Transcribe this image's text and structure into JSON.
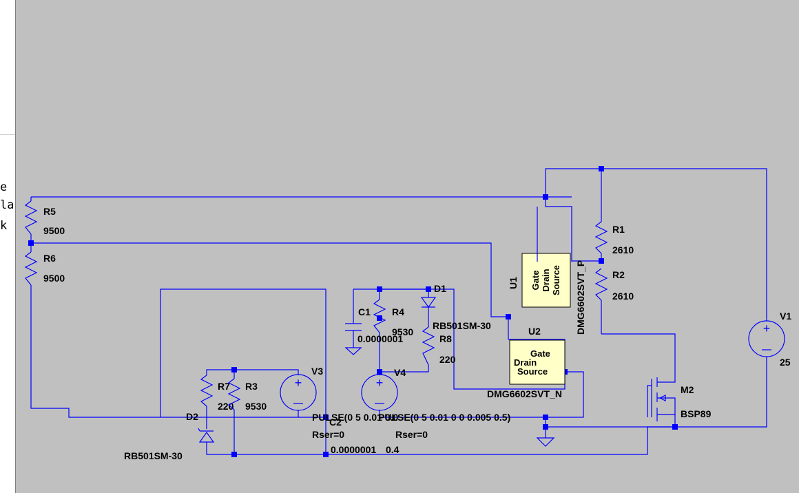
{
  "left_panel": {
    "lines": [
      "e",
      "la",
      "k"
    ]
  },
  "components": {
    "R5": {
      "name": "R5",
      "value": "9500"
    },
    "R6": {
      "name": "R6",
      "value": "9500"
    },
    "R1": {
      "name": "R1",
      "value": "2610"
    },
    "R2": {
      "name": "R2",
      "value": "2610"
    },
    "R3": {
      "name": "R3",
      "value": "9530"
    },
    "R4": {
      "name": "R4",
      "value": "9530"
    },
    "R7": {
      "name": "R7",
      "value": "220"
    },
    "R8": {
      "name": "R8",
      "value": "220"
    },
    "C1": {
      "name": "C1",
      "value": "0.0000001"
    },
    "C2": {
      "name": "C2",
      "value": "0.0000001"
    },
    "C2_extra": "0.4",
    "D1": {
      "name": "D1",
      "model": "RB501SM-30"
    },
    "D2": {
      "name": "D2",
      "model": "RB501SM-30"
    },
    "V1": {
      "name": "V1",
      "value": "25"
    },
    "V3": {
      "name": "V3",
      "value": "PULSE(0 5 0.01 0.0",
      "rser": "Rser=0"
    },
    "V4": {
      "name": "V4",
      "value": "PULSE(0 5 0.01 0 0 0.005 0.5)",
      "rser": "Rser=0"
    },
    "U1": {
      "name": "U1",
      "model": "DMG6602SVT_P",
      "pins": [
        "Gate",
        "Drain",
        "Source"
      ]
    },
    "U2": {
      "name": "U2",
      "model": "DMG6602SVT_N",
      "pins": [
        "Gate",
        "Drain",
        "Source"
      ]
    },
    "M2": {
      "name": "M2",
      "model": "BSP89"
    }
  }
}
